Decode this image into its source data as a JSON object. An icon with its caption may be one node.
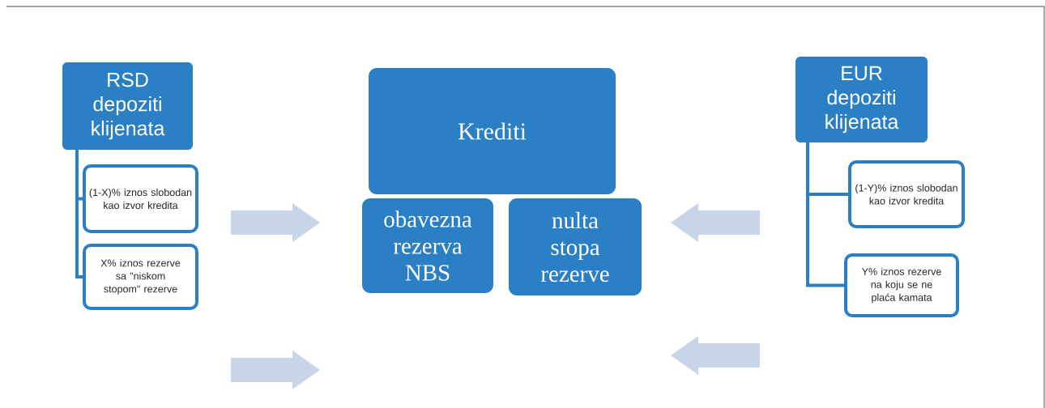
{
  "diagram": {
    "nodes": [
      {
        "text": [
          "RSD depoziti klijenata"
        ]
      },
      {
        "text": [
          "(1-X)% iznos slobodan kao izvor kredita"
        ]
      },
      {
        "text": [
          "X% iznos rezerve sa \"niskom stopom\" rezerve"
        ]
      },
      {
        "text": [
          "Krediti"
        ]
      },
      {
        "text": [
          "obavezna rezerva NBS"
        ]
      },
      {
        "text": [
          "nulta stopa rezerve"
        ]
      },
      {
        "text": [
          "EUR depoziti klijenata"
        ]
      },
      {
        "text": [
          "(1-Y)% iznos slobodan kao izvor kredita"
        ]
      },
      {
        "text": [
          "Y% iznos rezerve na koju se ne plaća kamata"
        ]
      }
    ],
    "edges": [
      {
        "from": 0,
        "to": 1,
        "arrow": "none"
      },
      {
        "from": 0,
        "to": 2,
        "arrow": "none"
      },
      {
        "from": 6,
        "to": 7,
        "arrow": "none"
      },
      {
        "from": 6,
        "to": 8,
        "arrow": "none"
      }
    ]
  }
}
